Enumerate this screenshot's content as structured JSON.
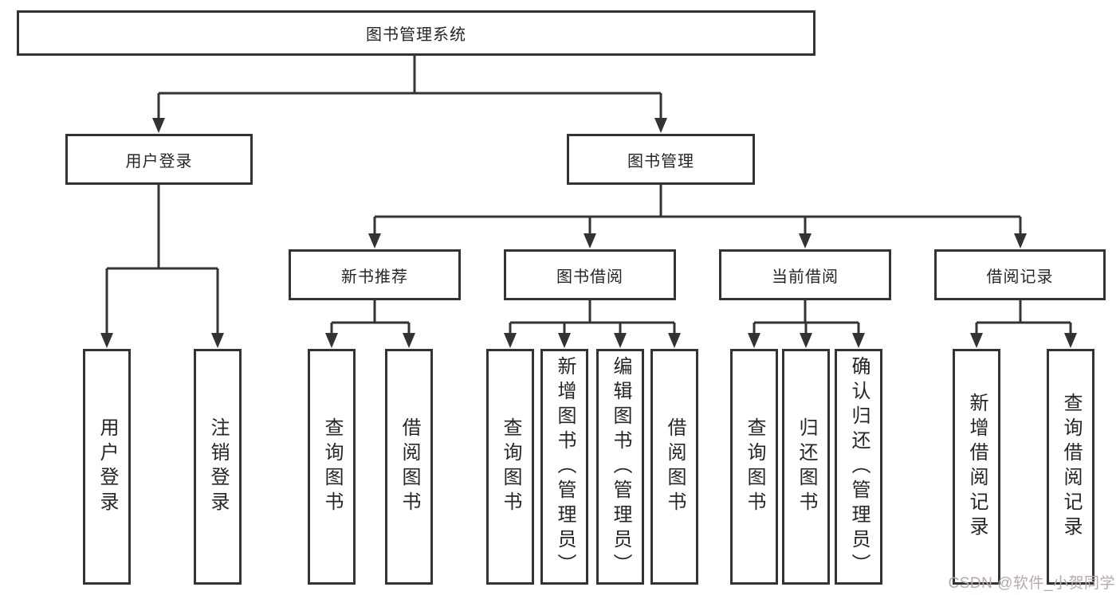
{
  "tree": {
    "root": {
      "label": "图书管理系统"
    },
    "branches": [
      {
        "label": "用户登录",
        "leaves": [
          {
            "label": "用户登录"
          },
          {
            "label": "注销登录"
          }
        ]
      },
      {
        "label": "图书管理",
        "groups": [
          {
            "label": "新书推荐",
            "leaves": [
              {
                "label": "查询图书"
              },
              {
                "label": "借阅图书"
              }
            ]
          },
          {
            "label": "图书借阅",
            "leaves": [
              {
                "label": "查询图书"
              },
              {
                "label": "新增图书（管理员）"
              },
              {
                "label": "编辑图书（管理员）"
              },
              {
                "label": "借阅图书"
              }
            ]
          },
          {
            "label": "当前借阅",
            "leaves": [
              {
                "label": "查询图书"
              },
              {
                "label": "归还图书"
              },
              {
                "label": "确认归还（管理员）"
              }
            ]
          },
          {
            "label": "借阅记录",
            "leaves": [
              {
                "label": "新增借阅记录"
              },
              {
                "label": "查询借阅记录"
              }
            ]
          }
        ]
      }
    ]
  },
  "watermark": {
    "text": "CSDN @软件_小贺同学",
    "color": "#b9a8a8"
  },
  "colors": {
    "line": "#333333",
    "box_border": "#333333",
    "box_fill": "#ffffff",
    "text": "#262626",
    "background": "#ffffff"
  }
}
